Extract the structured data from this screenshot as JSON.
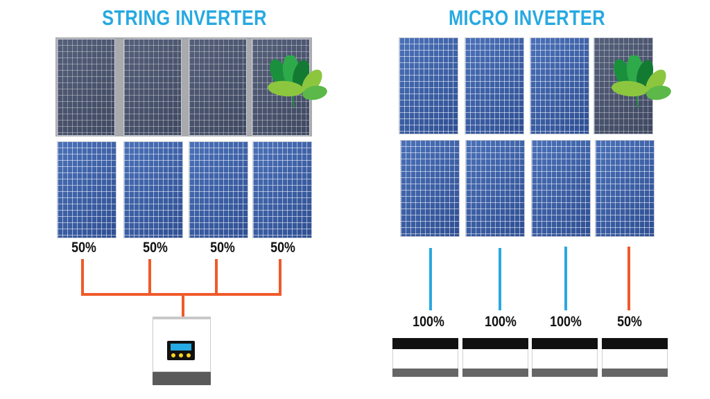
{
  "titles": {
    "string": "STRING INVERTER",
    "micro": "MICRO INVERTER"
  },
  "string_inverter": {
    "outputs": [
      "50%",
      "50%",
      "50%",
      "50%"
    ]
  },
  "micro_inverter": {
    "outputs": [
      "100%",
      "100%",
      "100%",
      "50%"
    ]
  },
  "colors": {
    "title": "#27a9e1",
    "wire_full": "#2aa8e0",
    "wire_reduced": "#f0592a",
    "panel": "#3b5ea6",
    "panel_shaded": "#4b5671",
    "leaf_light": "#8cc63f",
    "leaf_dark": "#1a8f3c"
  },
  "icons": [
    "solar-panel-icon",
    "plant-shade-icon",
    "string-inverter-icon",
    "micro-inverter-icon"
  ]
}
